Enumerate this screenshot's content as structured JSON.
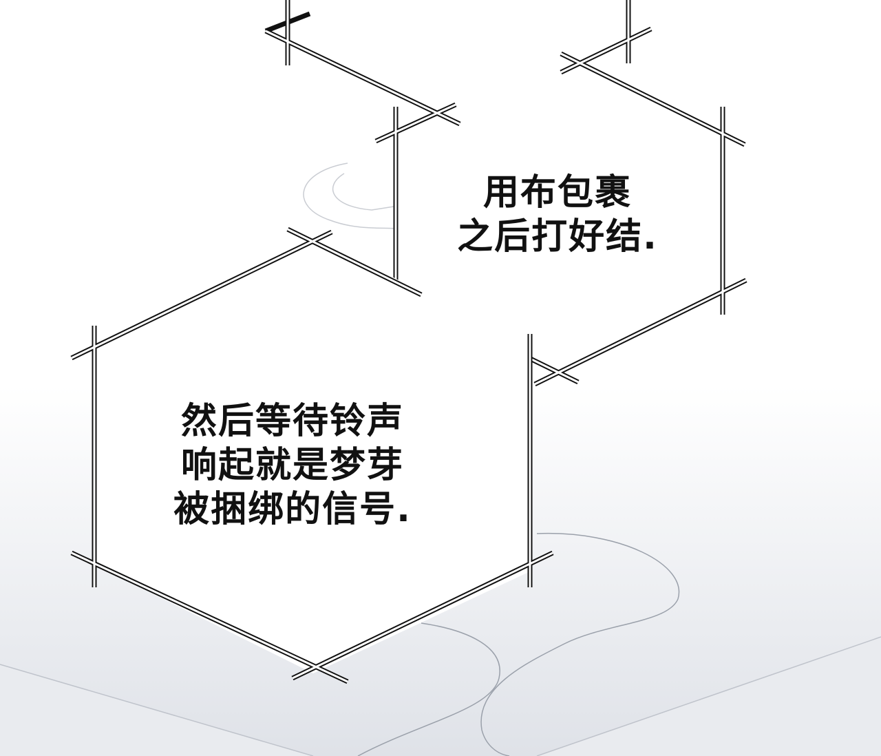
{
  "panel": {
    "background": "#ffffff",
    "frame_color": "#111111",
    "captions": [
      {
        "id": "caption-1",
        "lines": [
          "用布包裹",
          "之后打好结."
        ]
      },
      {
        "id": "caption-2",
        "lines": [
          "然后等待铃声",
          "响起就是梦芽",
          "被捆绑的信号."
        ]
      }
    ]
  }
}
